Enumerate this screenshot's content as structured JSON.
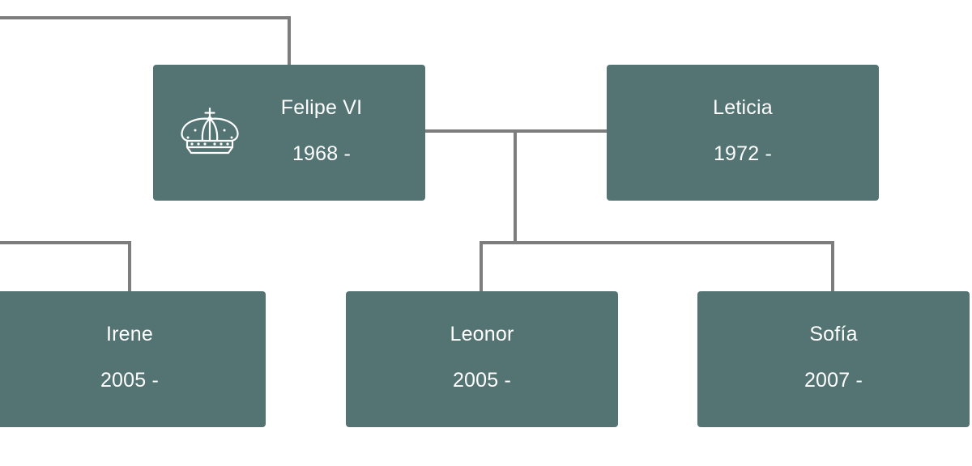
{
  "tree": {
    "parents": [
      {
        "name": "Felipe VI",
        "years": "1968 -",
        "icon": "crown-icon"
      },
      {
        "name": "Leticia",
        "years": "1972 -"
      }
    ],
    "children": [
      {
        "name": "Irene",
        "years": "2005 -"
      },
      {
        "name": "Leonor",
        "years": "2005 -"
      },
      {
        "name": "Sofía",
        "years": "2007 -"
      }
    ]
  },
  "colors": {
    "card_background": "#537473",
    "card_text": "#ffffff",
    "connector": "#7d7d7d",
    "page_background": "#ffffff"
  }
}
